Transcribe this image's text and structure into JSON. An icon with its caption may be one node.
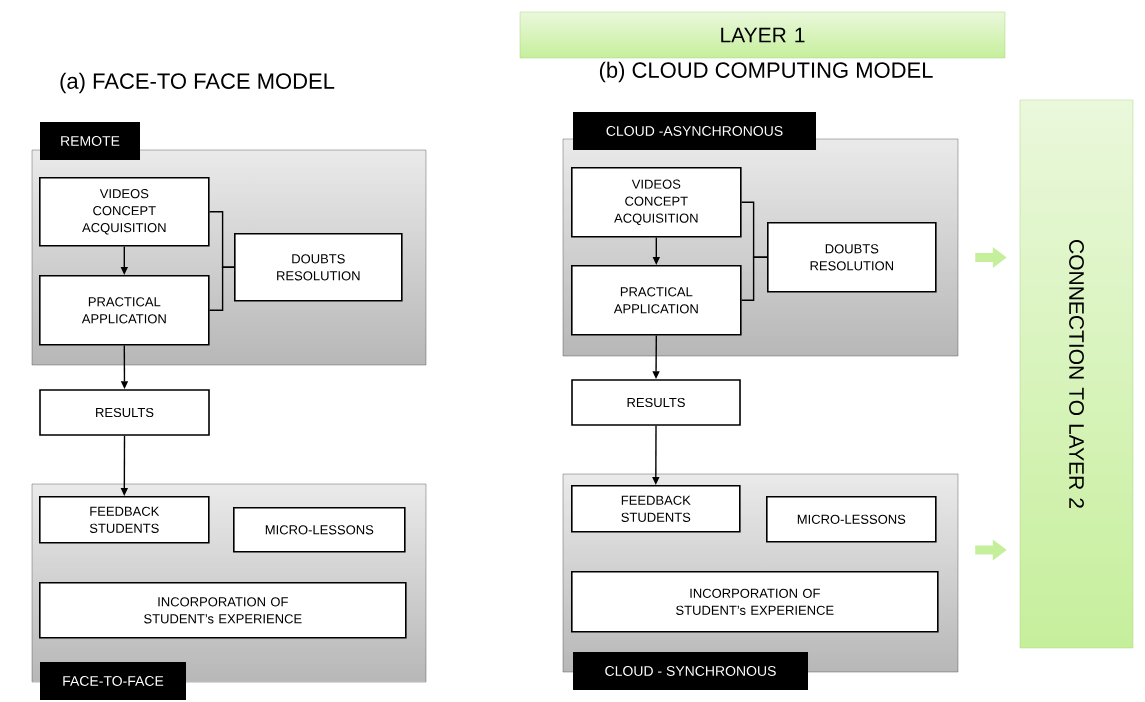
{
  "diagram": {
    "nodes": [
      {
        "text": [
          "LAYER 1"
        ]
      },
      {
        "text": [
          "REMOTE"
        ]
      },
      {
        "text": [
          "VIDEOS CONCEPT ACQUISITION"
        ],
        "in": 1
      },
      {
        "text": [
          "PRACTICAL APPLICATION"
        ],
        "in": 1
      },
      {
        "text": [
          "DOUBTS RESOLUTION"
        ],
        "in": 1
      },
      {
        "text": [
          "RESULTS"
        ]
      },
      {
        "text": [
          "FACE-TO-FACE"
        ]
      },
      {
        "text": [
          "FEEDBACK STUDENTS"
        ],
        "in": 6
      },
      {
        "text": [
          "MICRO-LESSONS"
        ],
        "in": 6
      },
      {
        "text": [
          "INCORPORATION OF STUDENT’s EXPERIENCE"
        ],
        "in": 6
      },
      {
        "text": [
          "CLOUD -ASYNCHRONOUS"
        ]
      },
      {
        "text": [
          "VIDEOS CONCEPT ACQUISITION"
        ],
        "in": 10
      },
      {
        "text": [
          "PRACTICAL APPLICATION"
        ],
        "in": 10
      },
      {
        "text": [
          "DOUBTS RESOLUTION"
        ],
        "in": 10
      },
      {
        "text": [
          "RESULTS"
        ]
      },
      {
        "text": [
          "CLOUD - SYNCHRONOUS"
        ]
      },
      {
        "text": [
          "FEEDBACK STUDENTS"
        ],
        "in": 15
      },
      {
        "text": [
          "MICRO-LESSONS"
        ],
        "in": 15
      },
      {
        "text": [
          "INCORPORATION OF STUDENT’s EXPERIENCE"
        ],
        "in": 15
      },
      {
        "text": [
          "CONNECTION TO LAYER 2"
        ]
      }
    ],
    "edges": [
      {
        "from": 2,
        "to": 3,
        "arrow": "to"
      },
      {
        "from": 2,
        "to": 4,
        "arrow": "none"
      },
      {
        "from": 3,
        "to": 4,
        "arrow": "none"
      },
      {
        "from": 3,
        "to": 5,
        "arrow": "to"
      },
      {
        "from": 5,
        "to": 7,
        "arrow": "to"
      },
      {
        "from": 11,
        "to": 12,
        "arrow": "to"
      },
      {
        "from": 11,
        "to": 13,
        "arrow": "none"
      },
      {
        "from": 12,
        "to": 13,
        "arrow": "none"
      },
      {
        "from": 12,
        "to": 14,
        "arrow": "to"
      },
      {
        "from": 14,
        "to": 16,
        "arrow": "to"
      },
      {
        "from": 10,
        "to": 19,
        "arrow": "to",
        "style": "thick",
        "color": "#c6ef9c"
      },
      {
        "from": 15,
        "to": 19,
        "arrow": "to",
        "style": "thick",
        "color": "#c6ef9c"
      }
    ],
    "labels": [
      "(a) FACE-TO FACE MODEL",
      "(b) CLOUD COMPUTING MODEL"
    ]
  }
}
